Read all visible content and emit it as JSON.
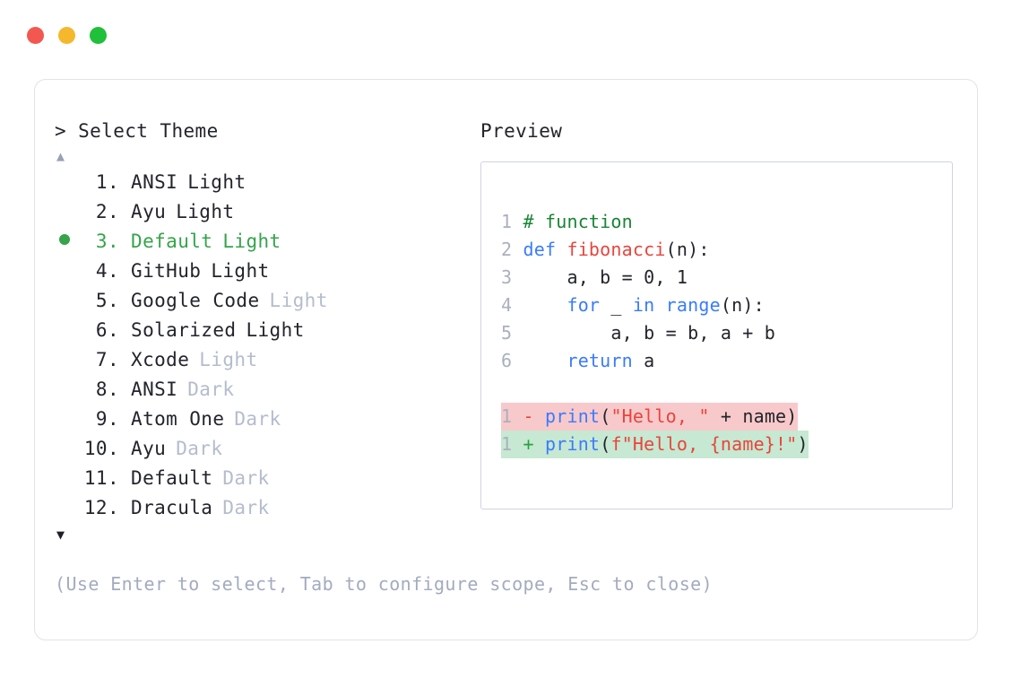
{
  "window": {
    "traffic_lights": [
      {
        "name": "close-button",
        "color": "#f2584f"
      },
      {
        "name": "minimize-button",
        "color": "#f5b72c"
      },
      {
        "name": "maximize-button",
        "color": "#20c03b"
      }
    ]
  },
  "prompt": {
    "caret": ">",
    "title": "Select Theme"
  },
  "scroll": {
    "up": "▲",
    "down": "▼"
  },
  "selection": {
    "selected_index": 3,
    "accent_color": "#35a44a"
  },
  "themes": [
    {
      "num": "1.",
      "name": "ANSI",
      "variant": "Light",
      "variant_dim": false,
      "selected": false
    },
    {
      "num": "2.",
      "name": "Ayu",
      "variant": "Light",
      "variant_dim": false,
      "selected": false
    },
    {
      "num": "3.",
      "name": "Default",
      "variant": "Light",
      "variant_dim": false,
      "selected": true
    },
    {
      "num": "4.",
      "name": "GitHub",
      "variant": "Light",
      "variant_dim": false,
      "selected": false
    },
    {
      "num": "5.",
      "name": "Google Code",
      "variant": "Light",
      "variant_dim": true,
      "selected": false
    },
    {
      "num": "6.",
      "name": "Solarized",
      "variant": "Light",
      "variant_dim": false,
      "selected": false
    },
    {
      "num": "7.",
      "name": "Xcode",
      "variant": "Light",
      "variant_dim": true,
      "selected": false
    },
    {
      "num": "8.",
      "name": "ANSI",
      "variant": "Dark",
      "variant_dim": true,
      "selected": false
    },
    {
      "num": "9.",
      "name": "Atom One",
      "variant": "Dark",
      "variant_dim": true,
      "selected": false
    },
    {
      "num": "10.",
      "name": "Ayu",
      "variant": "Dark",
      "variant_dim": true,
      "selected": false
    },
    {
      "num": "11.",
      "name": "Default",
      "variant": "Dark",
      "variant_dim": true,
      "selected": false
    },
    {
      "num": "12.",
      "name": "Dracula",
      "variant": "Dark",
      "variant_dim": true,
      "selected": false
    }
  ],
  "hint": "(Use Enter to select, Tab to configure scope, Esc to close)",
  "preview": {
    "label": "Preview",
    "code_lines": [
      {
        "ln": "1",
        "tokens": [
          {
            "t": "# function",
            "c": "comment"
          }
        ]
      },
      {
        "ln": "2",
        "tokens": [
          {
            "t": "def ",
            "c": "keyword"
          },
          {
            "t": "fibonacci",
            "c": "func"
          },
          {
            "t": "(n):",
            "c": "plain"
          }
        ]
      },
      {
        "ln": "3",
        "tokens": [
          {
            "t": "    a, b = 0, 1",
            "c": "plain"
          }
        ]
      },
      {
        "ln": "4",
        "tokens": [
          {
            "t": "    ",
            "c": "plain"
          },
          {
            "t": "for",
            "c": "keyword"
          },
          {
            "t": " _ ",
            "c": "plain"
          },
          {
            "t": "in",
            "c": "keyword"
          },
          {
            "t": " ",
            "c": "plain"
          },
          {
            "t": "range",
            "c": "builtin"
          },
          {
            "t": "(n):",
            "c": "plain"
          }
        ]
      },
      {
        "ln": "5",
        "tokens": [
          {
            "t": "        a, b = b, a + b",
            "c": "plain"
          }
        ]
      },
      {
        "ln": "6",
        "tokens": [
          {
            "t": "    ",
            "c": "plain"
          },
          {
            "t": "return",
            "c": "keyword"
          },
          {
            "t": " a",
            "c": "plain"
          }
        ]
      }
    ],
    "diff_lines": [
      {
        "ln": "1",
        "mark": "-",
        "kind": "del",
        "tokens": [
          {
            "t": "print",
            "c": "builtin"
          },
          {
            "t": "(",
            "c": "plain"
          },
          {
            "t": "\"Hello, \"",
            "c": "string"
          },
          {
            "t": " + name)",
            "c": "plain"
          }
        ]
      },
      {
        "ln": "1",
        "mark": "+",
        "kind": "add",
        "tokens": [
          {
            "t": "print",
            "c": "builtin"
          },
          {
            "t": "(",
            "c": "plain"
          },
          {
            "t": "f\"Hello, {name}!\"",
            "c": "string"
          },
          {
            "t": ")",
            "c": "plain"
          }
        ]
      }
    ],
    "colors": {
      "comment": "#178533",
      "keyword": "#3a7bfd",
      "function": "#e8453c",
      "string": "#e8453c",
      "line_number": "#aab0bd",
      "diff_del_bg": "#f8c9cb",
      "diff_add_bg": "#c7e8d2"
    }
  }
}
